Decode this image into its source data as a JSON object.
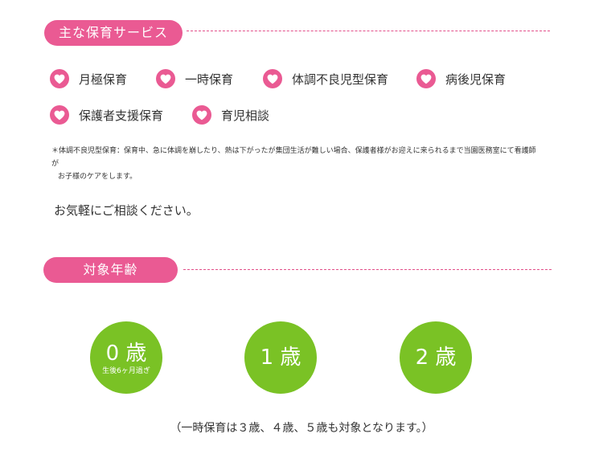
{
  "services_section": {
    "heading": "主な保育サービス",
    "items": [
      {
        "label": "月極保育"
      },
      {
        "label": "一時保育"
      },
      {
        "label": "体調不良児型保育"
      },
      {
        "label": "病後児保育"
      },
      {
        "label": "保護者支援保育"
      },
      {
        "label": "育児相談"
      }
    ],
    "note_line1": "＊体調不良児型保育：保育中、急に体調を崩したり、熱は下がったが集団生活が難しい場合、保護者様がお迎えに来られるまで当園医務室にて看護師が",
    "note_line2": "お子様のケアをします。",
    "consult_text": "お気軽にご相談ください。"
  },
  "age_section": {
    "heading": "対象年齢",
    "circles": [
      {
        "age": "0 歳",
        "sub": "生後6ヶ月過ぎ"
      },
      {
        "age": "1 歳",
        "sub": ""
      },
      {
        "age": "2 歳",
        "sub": ""
      }
    ],
    "footer_note": "（一時保育は３歳、４歳、５歳も対象となります。）"
  },
  "colors": {
    "pink": "#ea5a93",
    "green": "#7ac225",
    "text": "#333333"
  },
  "icons": {
    "service_item": "heart-icon"
  }
}
